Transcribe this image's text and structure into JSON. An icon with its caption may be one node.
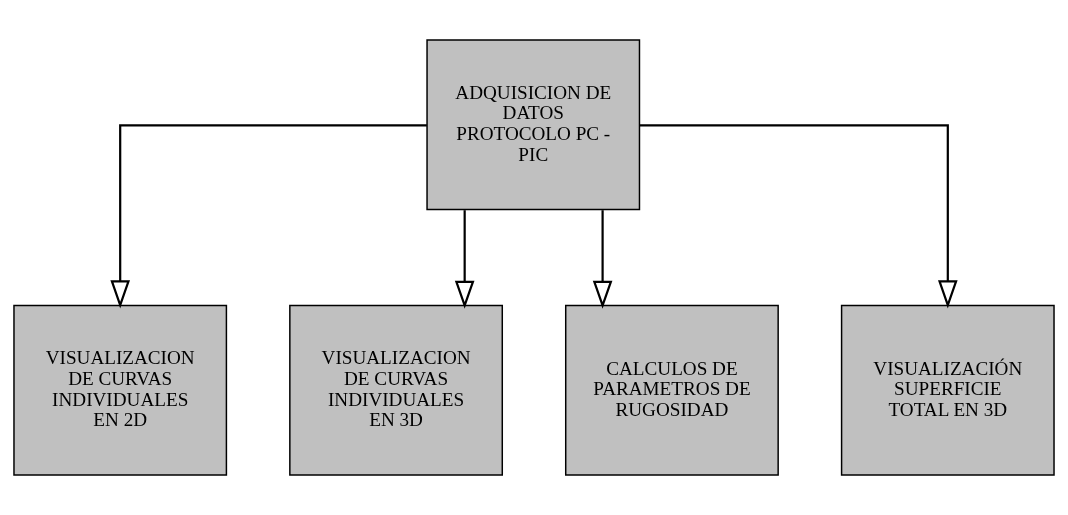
{
  "diagram": {
    "nodes": [
      {
        "text": [
          "ADQUISICION DE DATOS PROTOCOLO PC - PIC"
        ]
      },
      {
        "text": [
          "VISUALIZACION DE CURVAS INDIVIDUALES EN 2D"
        ]
      },
      {
        "text": [
          "VISUALIZACION DE CURVAS INDIVIDUALES EN 3D"
        ]
      },
      {
        "text": [
          "CALCULOS DE PARAMETROS DE RUGOSIDAD"
        ]
      },
      {
        "text": [
          "VISUALIZACIÓN SUPERFICIE TOTAL EN 3D"
        ]
      }
    ],
    "edges": [
      {
        "from": 0,
        "to": 1,
        "arrow": "to"
      },
      {
        "from": 0,
        "to": 2,
        "arrow": "to"
      },
      {
        "from": 0,
        "to": 3,
        "arrow": "to"
      },
      {
        "from": 0,
        "to": 4,
        "arrow": "to"
      }
    ]
  }
}
